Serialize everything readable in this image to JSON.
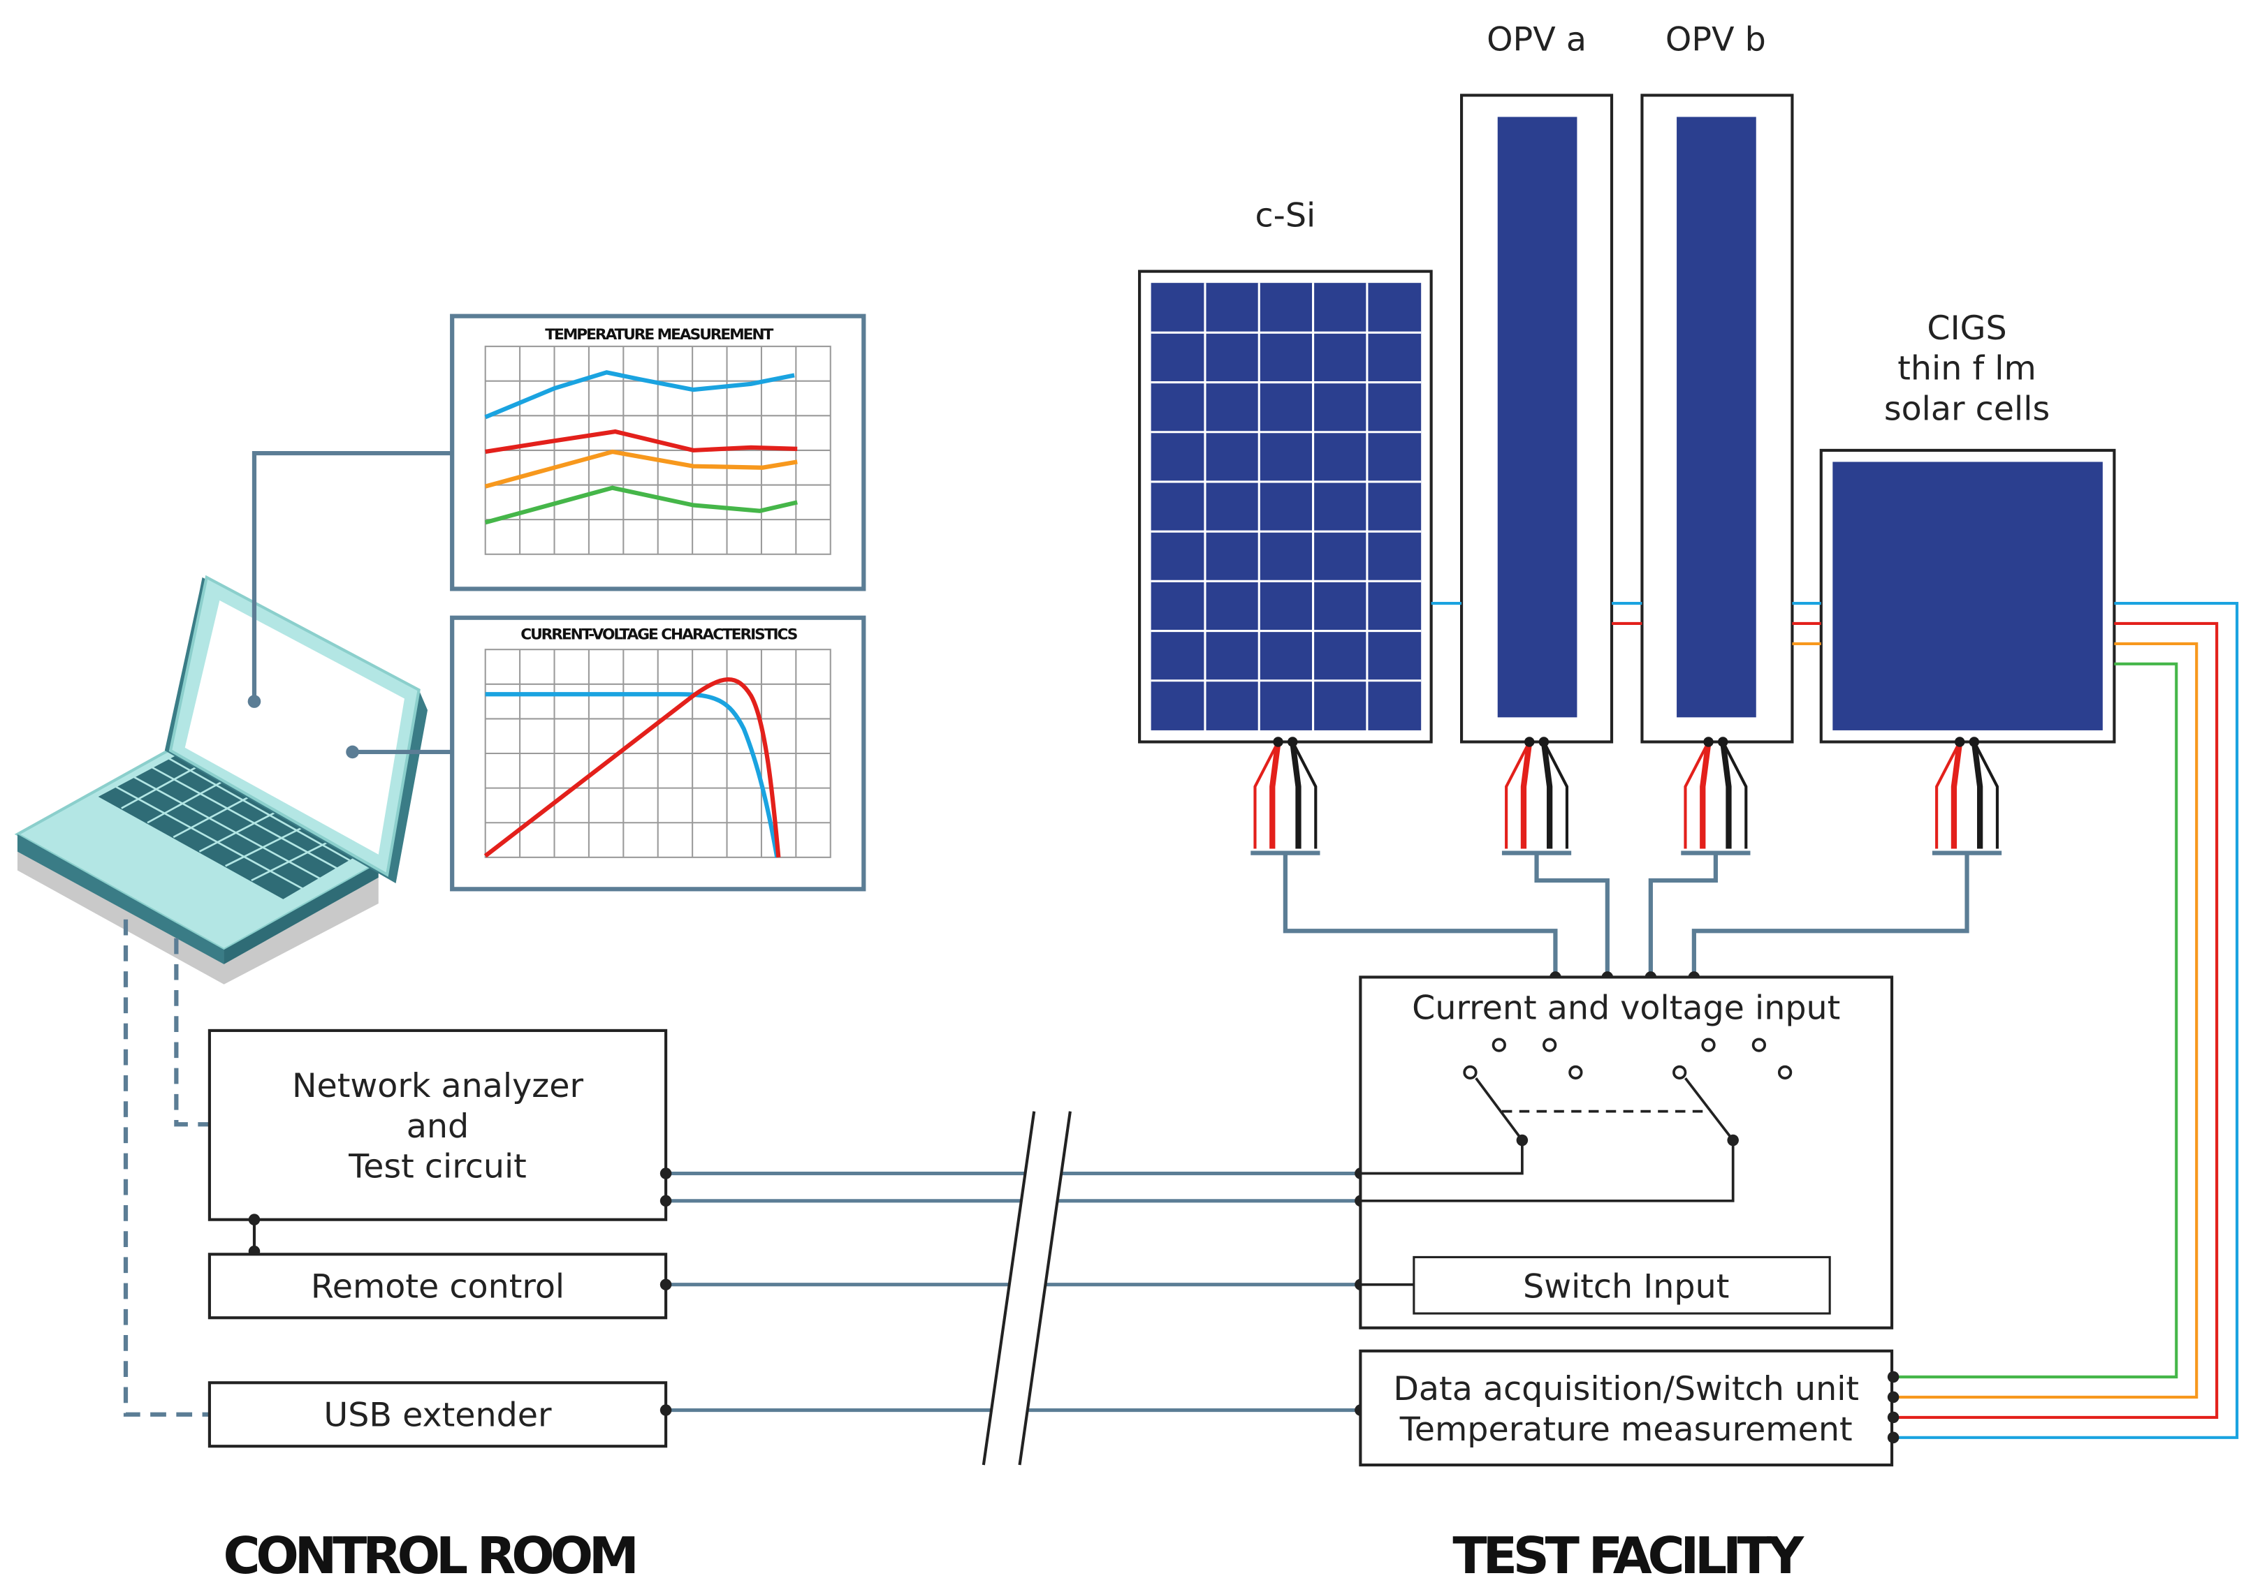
{
  "colors": {
    "wire": "#5b7d95",
    "panel_fill": "#2b3f8f",
    "laptop": "#b3e6e4",
    "laptop_dark": "#3a7c86",
    "series_blue": "#1aa3e0",
    "series_red": "#e3201b",
    "series_orange": "#f7981d",
    "series_green": "#45b649",
    "lead_black": "#1a1a1a"
  },
  "panels": {
    "csi_label": "c-Si",
    "opva_label": "OPV a",
    "opvb_label": "OPV b",
    "cigs_line1": "CIGS",
    "cigs_line2": "thin f lm",
    "cigs_line3": "solar cells"
  },
  "charts": {
    "temperature_title": "TEMPERATURE MEASUREMENT",
    "iv_title": "CURRENT-VOLTAGE CHARACTERISTICS"
  },
  "control_room": {
    "network_line1": "Network analyzer",
    "network_line2": "and",
    "network_line3": "Test circuit",
    "remote_control": "Remote control",
    "usb_extender": "USB extender",
    "section_label": "CONTROL ROOM"
  },
  "test_facility": {
    "cv_input": "Current and voltage input",
    "switch_input": "Switch Input",
    "daq_line1": "Data acquisition/Switch unit",
    "daq_line2": "Temperature measurement",
    "section_label": "TEST FACILITY"
  },
  "icons": [
    "laptop-icon",
    "keyboard-icon",
    "break-mark-icon",
    "switch-icon",
    "probe-leads-icon"
  ]
}
